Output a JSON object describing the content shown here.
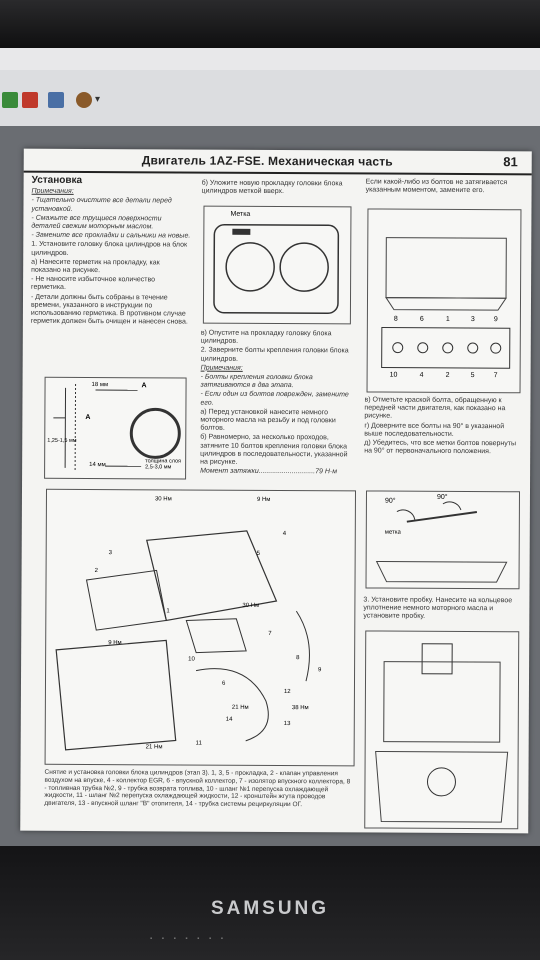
{
  "page": {
    "header_title": "Двигатель 1AZ-FSE. Механическая часть",
    "page_number": "81"
  },
  "left_column": {
    "heading": "Установка",
    "notes_label": "Примечания:",
    "notes": [
      "- Тщательно очистите все детали перед установкой.",
      "- Смажьте все трущиеся поверхности деталей свежим моторным маслом.",
      "- Замените все прокладки и сальники на новые."
    ],
    "step1": "1. Установите головку блока цилиндров на блок цилиндров.",
    "step1a": "а) Нанесите герметик на прокладку, как показано на рисунке.",
    "step1a_notes": [
      "- Не наносите избыточное количество герметика.",
      "- Детали должны быть собраны в течение времени, указанного в инструкции по использованию герметика. В противном случае герметик должен быть очищен и нанесен снова."
    ],
    "fig_labels": [
      "18 мм",
      "A",
      "A",
      "1,25-1,5 мм",
      "14 мм",
      "толщина слоя 2,5-3,0 мм"
    ]
  },
  "mid_column": {
    "stepb": "б) Уложите новую прокладку головки блока цилиндров меткой вверх.",
    "fig_label": "Метка",
    "stepv": "в) Опустите на прокладку головку блока цилиндров.",
    "step2": "2. Заверните болты крепления головки блока цилиндров.",
    "notes_label": "Примечания:",
    "notes": [
      "- Болты крепления головки блока затягиваются в два этапа.",
      "- Если один из болтов поврежден, замените его."
    ],
    "step2a": "а) Перед установкой нанесите немного моторного масла на резьбу и под головки болтов.",
    "step2b": "б) Равномерно, за несколько проходов, затяните 10 болтов крепления головки блока цилиндров в последовательности, указанной на рисунке.",
    "torque": "Момент затяжки.............................79 Н·м"
  },
  "right_column": {
    "intro": "Если какой-либо из болтов не затягивается указанным моментом, замените его.",
    "bolt_numbers_top": [
      "8",
      "6",
      "1",
      "3",
      "9"
    ],
    "bolt_numbers_bottom": [
      "10",
      "4",
      "2",
      "5",
      "7"
    ],
    "stepv": "в) Отметьте краской болта, обращенную к передней части двигателя, как показано на рисунке.",
    "stepg": "г) Доверните все болты на 90° в указанной выше последовательности.",
    "stepd": "д) Убедитесь, что все метки болтов повернуты на 90° от первоначального положения.",
    "fig2_labels": [
      "90°",
      "метка",
      "90°"
    ],
    "step3": "3. Установите пробку. Нанесите на кольцевое уплотнение немного моторного масла и установите пробку."
  },
  "big_figure": {
    "labels": [
      "30 Нм",
      "9 Нм",
      "3",
      "5",
      "4",
      "2",
      "1",
      "30 Нм",
      "9 Нм",
      "7",
      "10",
      "6",
      "8",
      "9",
      "12",
      "21 Нм",
      "38 Нм",
      "14",
      "13",
      "11",
      "21 Нм"
    ],
    "caption": "Снятие и установка головки блока цилиндров (этап 3). 1, 3, 5 - прокладка, 2 - клапан управления воздухом на впуске, 4 - коллектор EGR, 6 - впускной коллектор, 7 - изолятор впускного коллектора, 8 - топливная трубка №2, 9 - трубка возврата топлива, 10 - шланг №1 перепуска охлаждающей жидкости, 11 - шланг №2 перепуска охлаждающей жидкости, 12 - кронштейн жгута проводов двигателя, 13 - впускной шланг \"В\" отопителя, 14 - трубка системы рециркуляции ОГ."
  },
  "monitor": {
    "brand": "SAMSUNG"
  }
}
